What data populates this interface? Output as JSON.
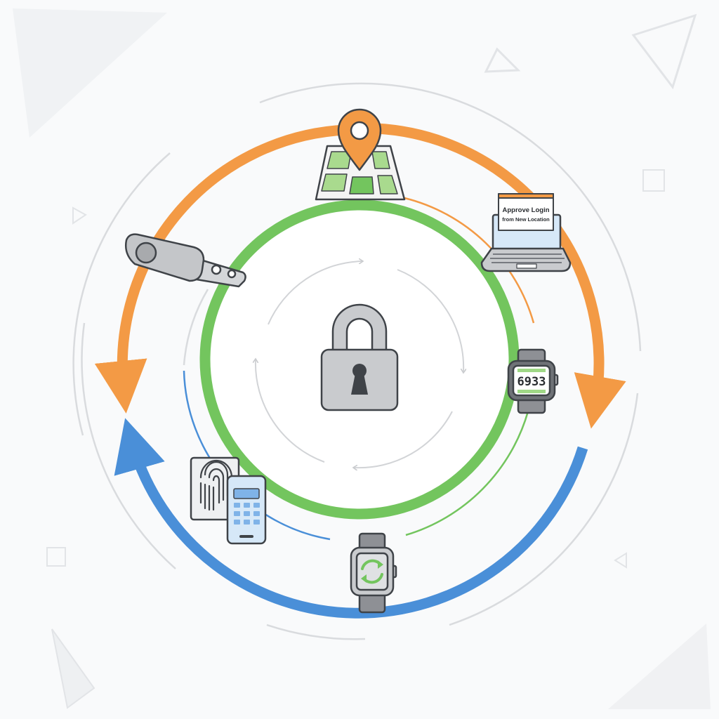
{
  "laptop": {
    "notification_line1": "Approve Login",
    "notification_line2": "from New Location"
  },
  "watch_top": {
    "code": "6933"
  },
  "colors": {
    "orange": "#f39a45",
    "green": "#73c55e",
    "blue": "#4a8fd8",
    "gray_icon": "#c9cbce",
    "outline": "#3f4348",
    "thin_ring": "#d9dbde"
  },
  "icons": [
    "padlock-icon",
    "map-pin-icon",
    "usb-security-key-icon",
    "laptop-icon",
    "smartwatch-code-icon",
    "fingerprint-icon",
    "phone-keypad-icon",
    "smartwatch-sync-icon"
  ]
}
